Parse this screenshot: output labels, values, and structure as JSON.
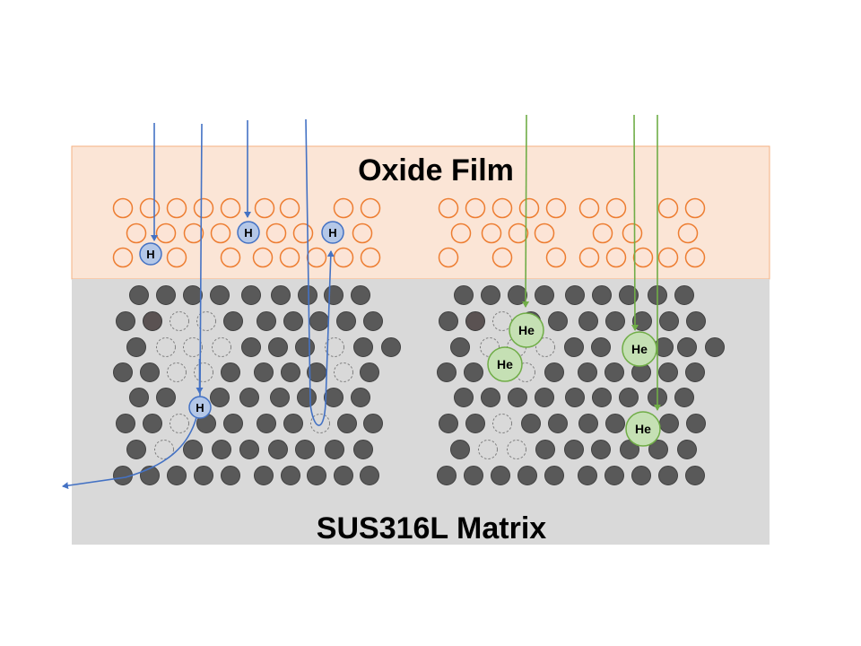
{
  "labels": {
    "oxide_film": "Oxide Film",
    "matrix": "SUS316L Matrix",
    "hydrogen": "H",
    "helium": "He"
  },
  "colors": {
    "oxide_band": "#fbe5d6",
    "oxide_border": "#f4b183",
    "oxide_atom_stroke": "#ed7d31",
    "oxide_atom_fill": "#fce4d6",
    "matrix_band": "#d9d9d9",
    "matrix_atom_fill": "#595959",
    "matrix_atom_stroke": "#404040",
    "vacancy_stroke": "#7f7f7f",
    "hydrogen_fill": "#b4c7e7",
    "hydrogen_stroke": "#4472c4",
    "helium_fill": "#c5e0b4",
    "helium_stroke": "#70ad47",
    "h_path": "#4472c4",
    "he_path": "#70ad47",
    "text": "#000000"
  },
  "icons": {
    "hydrogen": "hydrogen-atom-icon",
    "helium": "helium-atom-icon",
    "arrow": "arrow-head-icon"
  }
}
